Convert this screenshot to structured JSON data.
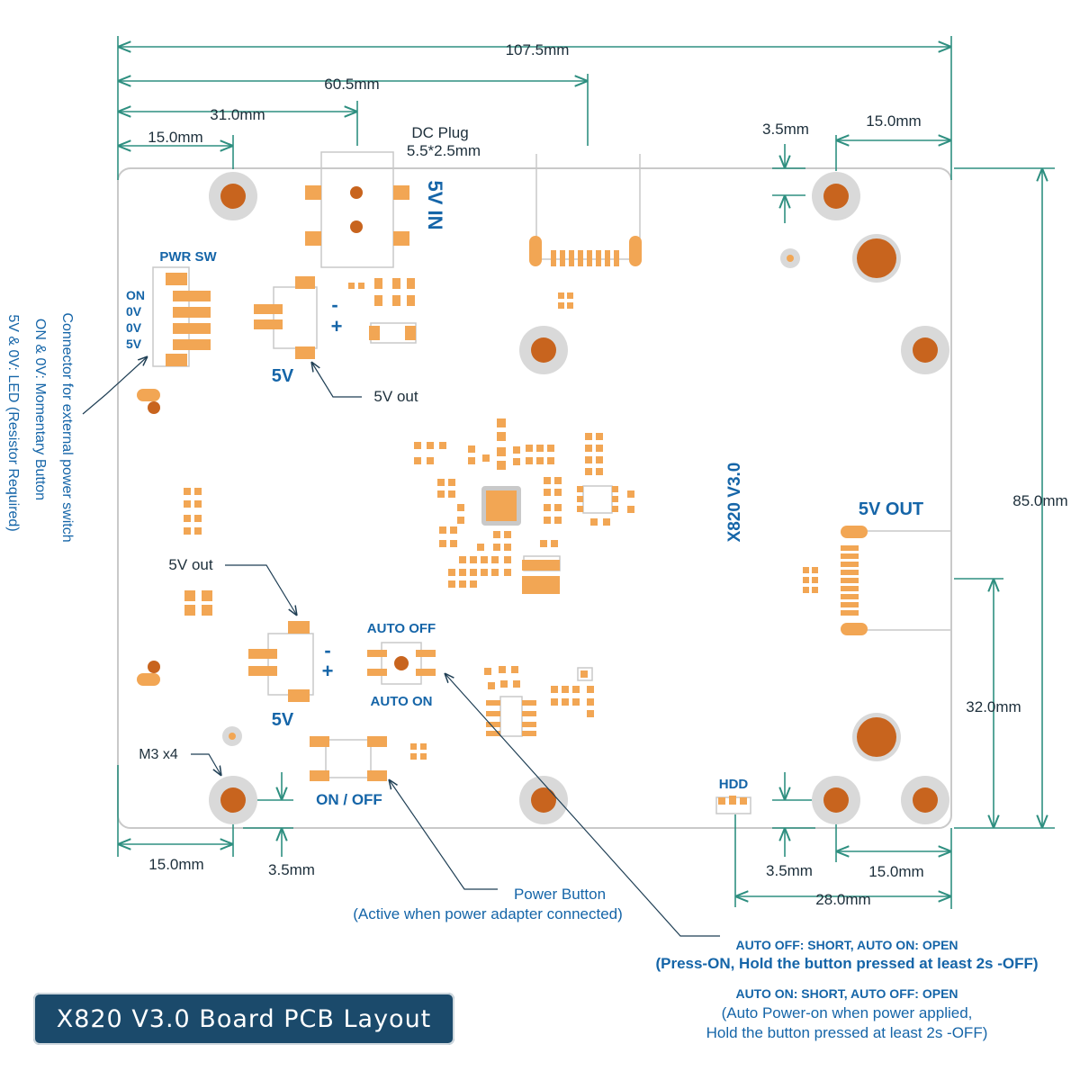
{
  "dimensions": {
    "overall_width": "107.5mm",
    "plug_offset": "60.5mm",
    "dc_jack_offset": "31.0mm",
    "hole_left_x": "15.0mm",
    "hole_top_right_y": "3.5mm",
    "hole_top_right_x": "15.0mm",
    "overall_height": "85.0mm",
    "usb_offset": "32.0mm",
    "hole_bottom_left_x": "15.0mm",
    "hole_bottom_left_y": "3.5mm",
    "hole_bottom_right_y": "3.5mm",
    "hole_bottom_right_x": "15.0mm",
    "hdd_offset": "28.0mm"
  },
  "labels": {
    "dc_plug_line1": "DC Plug",
    "dc_plug_line2": "5.5*2.5mm",
    "in_5v": "5V IN",
    "pwr_sw": "PWR SW",
    "pin_on": "ON",
    "pin_0v_a": "0V",
    "pin_0v_b": "0V",
    "pin_5v": "5V",
    "side_note_1": "Connector for external power switch",
    "side_note_2": "ON & 0V: Momentary Button",
    "side_note_3": "5V & 0V: LED (Resistor Required)",
    "minus": "-",
    "plus": "+",
    "label_5v": "5V",
    "out_5v": "5V out",
    "board_name": "X820 V3.0",
    "out_5v_usb": "5V OUT",
    "auto_off": "AUTO OFF",
    "auto_on": "AUTO ON",
    "m3": "M3 x4",
    "hdd": "HDD",
    "on_off": "ON / OFF",
    "power_button_1": "Power Button",
    "power_button_2": "(Active when power adapter connected)",
    "note_a_title": "AUTO OFF: SHORT, AUTO ON: OPEN",
    "note_a_body": "(Press-ON, Hold the button pressed at least 2s -OFF)",
    "note_b_title": "AUTO ON: SHORT, AUTO OFF: OPEN",
    "note_b_body1": "(Auto Power-on when power applied,",
    "note_b_body2": "Hold the button  pressed at least 2s -OFF)",
    "caption": "X820 V3.0 Board PCB Layout"
  },
  "colors": {
    "dimension_line": "#2e8f80",
    "label_text": "#1565a8",
    "pad": "#f2a654",
    "hole": "#c8641e",
    "hole_ring": "#d9d9d9",
    "caption_bg": "#1b4a6b"
  }
}
